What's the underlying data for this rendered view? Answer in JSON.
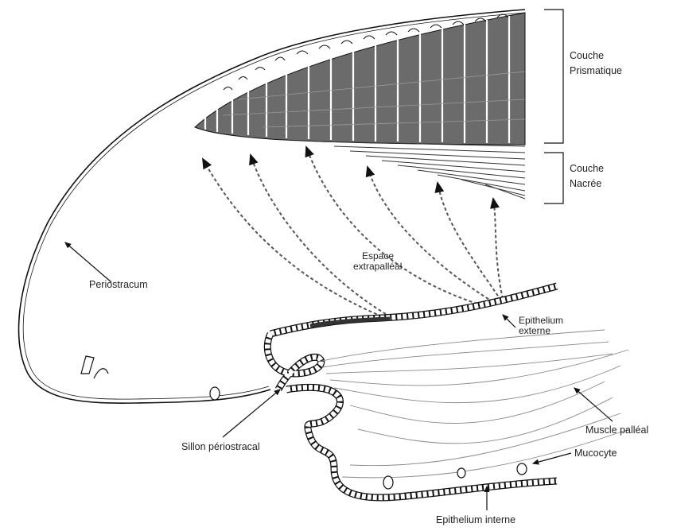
{
  "labels": {
    "couche_prismatique": [
      "Couche",
      "Prismatique"
    ],
    "couche_nacree": [
      "Couche",
      "Nacrée"
    ],
    "periostracum": "Periostracum",
    "espace_extrapalleal": [
      "Espace",
      "extrapalléal"
    ],
    "epithelium_externe": [
      "Epithelium",
      "externe"
    ],
    "sillon_periostracal": "Sillon périostracal",
    "muscle_palleal": "Muscle palléal",
    "mucocyte": "Mucocyte",
    "epithelium_interne": "Epithelium interne"
  },
  "colors": {
    "prism_fill": "#6b6b6b",
    "line": "#111111",
    "nacre_line": "#333333",
    "label": "#222222"
  }
}
